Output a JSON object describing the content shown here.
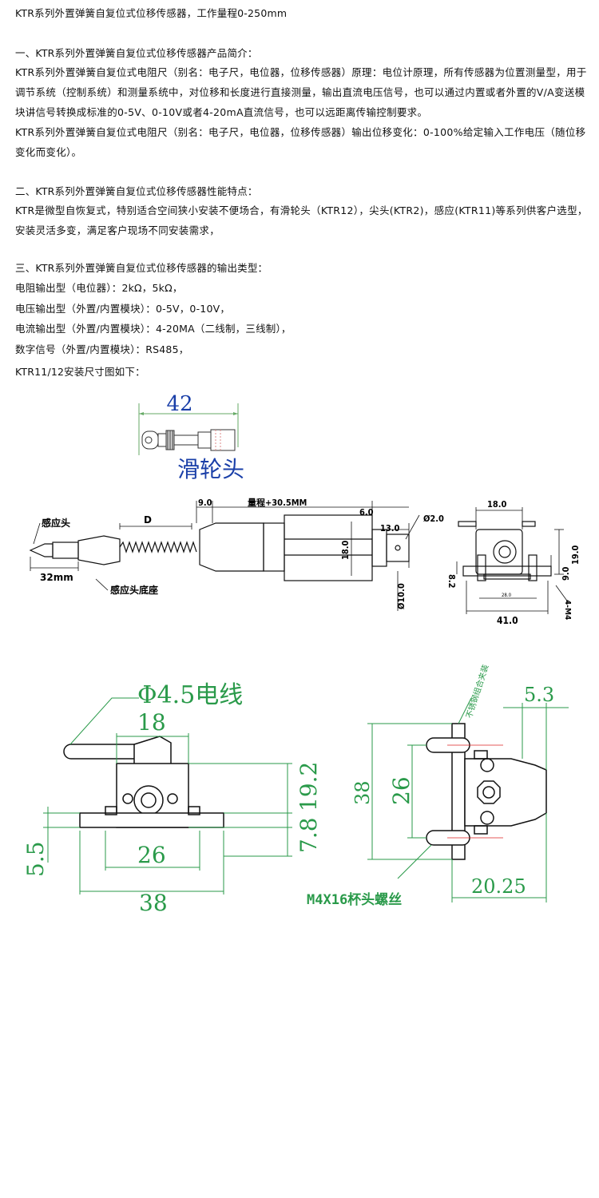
{
  "title": "KTR系列外置弹簧自复位式位移传感器，工作量程0-250mm",
  "section1": {
    "heading": "一、KTR系列外置弹簧自复位式位移传感器产品简介：",
    "para1": "KTR系列外置弹簧自复位式电阻尺（别名：电子尺，电位器，位移传感器）原理：电位计原理，所有传感器为位置测量型，用于调节系统（控制系统）和测量系统中，对位移和长度进行直接测量，输出直流电压信号，也可以通过内置或者外置的V/A变送模块讲信号转换成标准的0-5V、0-10V或者4-20mA直流信号，也可以远距离传输控制要求。",
    "para2": "KTR系列外置弹簧自复位式电阻尺（别名：电子尺，电位器，位移传感器）输出位移变化：0-100%给定输入工作电压（随位移变化而变化）。"
  },
  "section2": {
    "heading": "二、KTR系列外置弹簧自复位式位移传感器性能特点：",
    "para": "KTR是微型自恢复式，特别适合空间狭小安装不便场合，有滑轮头（KTR12），尖头(KTR2)，感应(KTR11)等系列供客户选型，安装灵活多变，满足客户现场不同安装需求，"
  },
  "section3": {
    "heading": "三、KTR系列外置弹簧自复位式位移传感器的输出类型：",
    "lines": [
      "电阻输出型（电位器）：2kΩ，5kΩ，",
      "电压输出型（外置/内置模块）：0-5V，0-10V，",
      "电流输出型（外置/内置模块）：4-20MA（二线制，三线制），",
      "数字信号（外置/内置模块）：RS485，",
      "KTR11/12安装尺寸图如下："
    ]
  },
  "diagram1": {
    "dim": "42",
    "label": "滑轮头"
  },
  "diagram2": {
    "label_head": "感应头",
    "label_D": "D",
    "label_32": "32mm",
    "label_base": "感应头底座",
    "dim_9": "9.0",
    "dim_range": "量程+30.5MM",
    "dim_6": "6.0",
    "dim_phi2": "Ø2.0",
    "dim_13": "13.0",
    "dim_18": "18.0",
    "dim_phi10": "Ø10.0"
  },
  "diagram3": {
    "dim_18": "18.0",
    "dim_19": "19.0",
    "dim_9": "9.0",
    "dim_82": "8.2",
    "dim_28": "28.0",
    "dim_41": "41.0",
    "dim_m4": "4-M4"
  },
  "diagram4": {
    "dim_wire": "Φ4.5电线",
    "dim_18": "18",
    "dim_192": "19.2",
    "dim_26": "26",
    "dim_78": "7.8",
    "dim_55": "5.5",
    "dim_38": "38"
  },
  "diagram5": {
    "note": "不锈钢组合夹装",
    "dim_53": "5.3",
    "dim_38": "38",
    "dim_26": "26",
    "dim_2025": "20.25",
    "screw": "M4X16杯头螺丝"
  }
}
